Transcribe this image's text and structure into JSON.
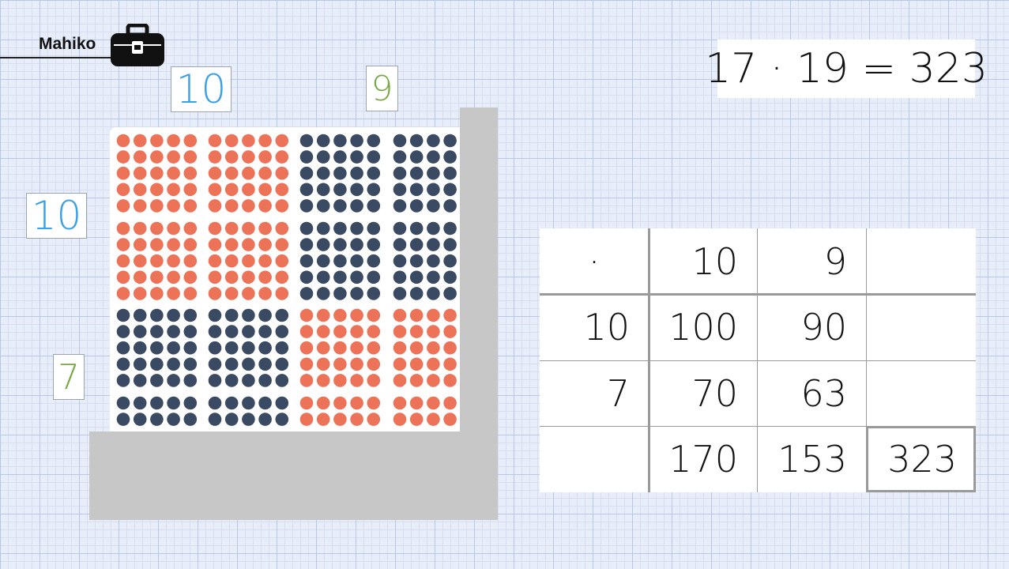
{
  "header": {
    "brand": "Mahiko",
    "toolbox_icon": "toolbox-icon"
  },
  "labels": {
    "top_tens": "10",
    "top_ones": "9",
    "left_tens": "10",
    "left_ones": "7"
  },
  "colors": {
    "tens_label": "#3aa0e8",
    "ones_label": "#78a845",
    "dot_orange": "#ec7358",
    "dot_navy": "#3b4a63",
    "frame": "#c7c7c7"
  },
  "dot_field": {
    "rows": 17,
    "cols": 19,
    "blocks": [
      {
        "rows": "0-4",
        "cols": "0-4",
        "color": "orange"
      },
      {
        "rows": "0-4",
        "cols": "5-9",
        "color": "orange"
      },
      {
        "rows": "0-4",
        "cols": "10-14",
        "color": "navy"
      },
      {
        "rows": "0-4",
        "cols": "15-18",
        "color": "navy"
      },
      {
        "rows": "5-9",
        "cols": "0-4",
        "color": "orange"
      },
      {
        "rows": "5-9",
        "cols": "5-9",
        "color": "orange"
      },
      {
        "rows": "5-9",
        "cols": "10-14",
        "color": "navy"
      },
      {
        "rows": "5-9",
        "cols": "15-18",
        "color": "navy"
      },
      {
        "rows": "10-14",
        "cols": "0-4",
        "color": "navy"
      },
      {
        "rows": "10-14",
        "cols": "5-9",
        "color": "navy"
      },
      {
        "rows": "10-14",
        "cols": "10-14",
        "color": "orange"
      },
      {
        "rows": "10-14",
        "cols": "15-18",
        "color": "orange"
      },
      {
        "rows": "15-16",
        "cols": "0-4",
        "color": "navy"
      },
      {
        "rows": "15-16",
        "cols": "5-9",
        "color": "navy"
      },
      {
        "rows": "15-16",
        "cols": "10-14",
        "color": "orange"
      },
      {
        "rows": "15-16",
        "cols": "15-18",
        "color": "orange"
      }
    ]
  },
  "equation": {
    "text": "17 · 19 = 323"
  },
  "table": {
    "header": [
      "·",
      "10",
      "9",
      ""
    ],
    "rows": [
      [
        "10",
        "100",
        "90",
        ""
      ],
      [
        "7",
        "70",
        "63",
        ""
      ],
      [
        "",
        "170",
        "153",
        "323"
      ]
    ]
  }
}
